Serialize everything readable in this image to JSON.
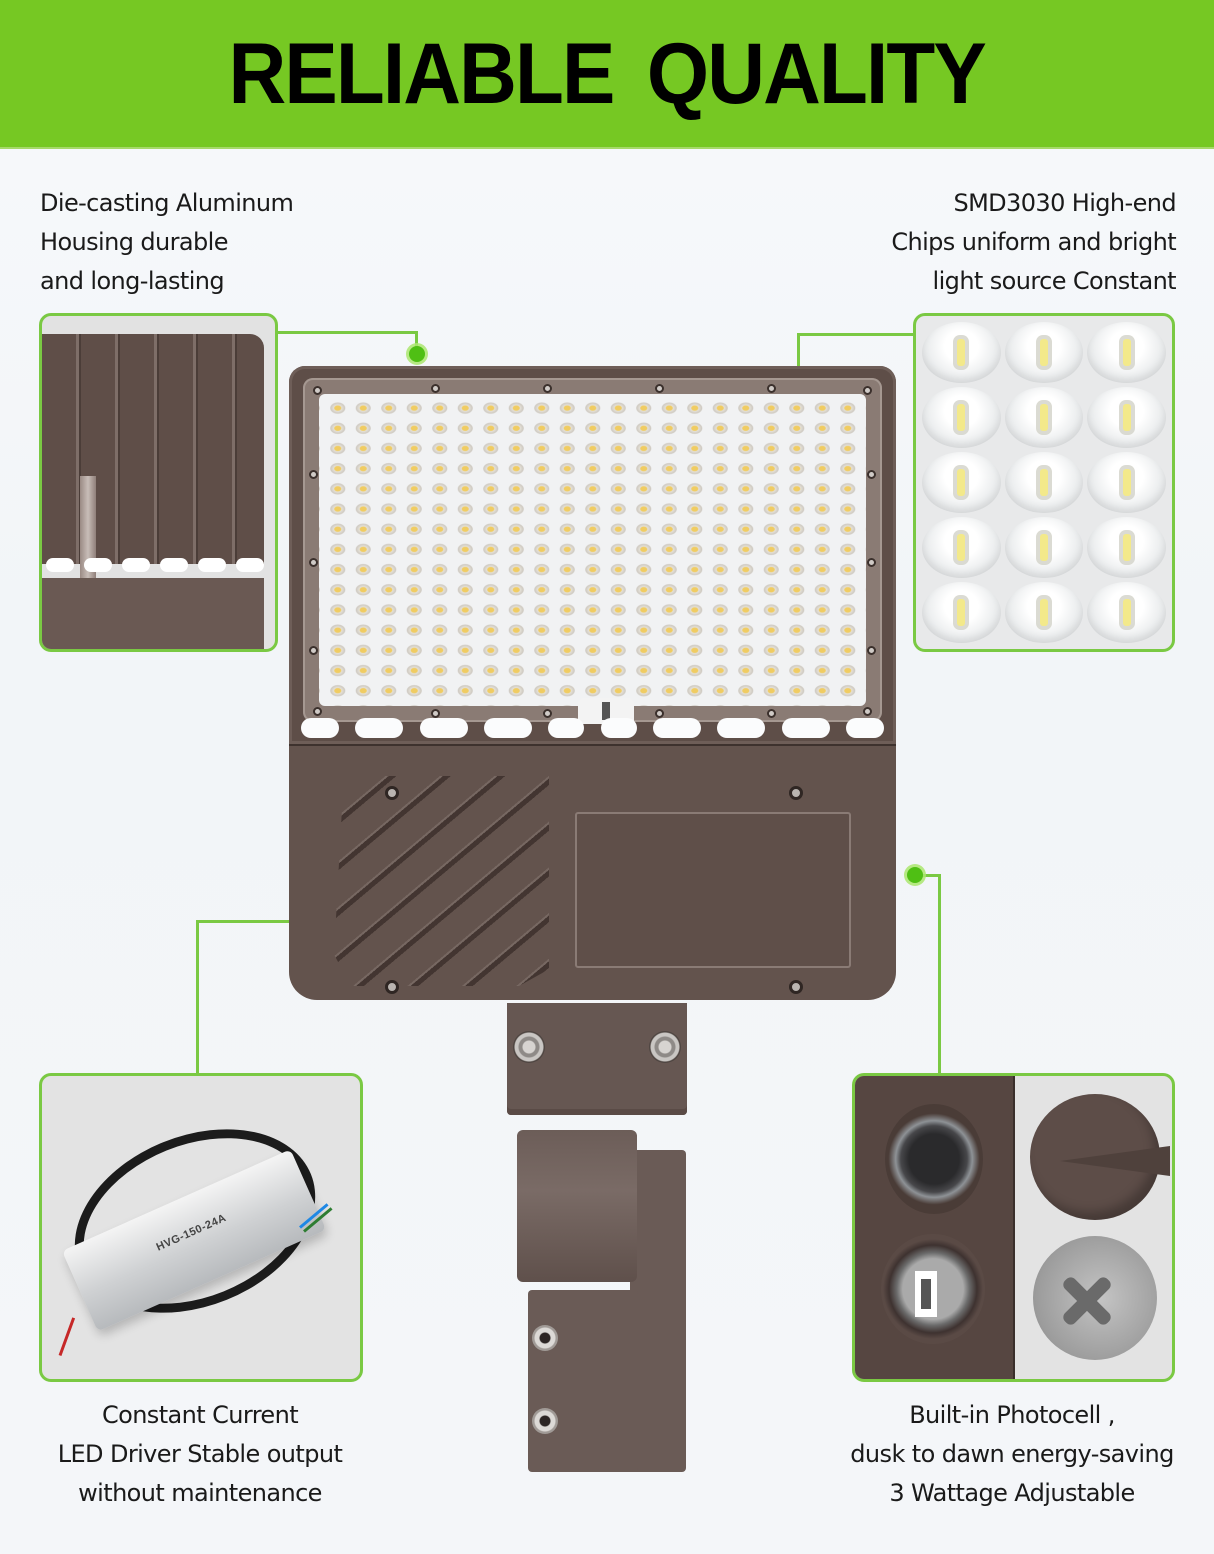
{
  "banner": {
    "title": "RELIABLE  QUALITY",
    "background_color": "#76c823",
    "text_color": "#000000"
  },
  "features": {
    "top_left": {
      "lines": [
        "Die-casting Aluminum",
        "Housing durable",
        "and long-lasting"
      ],
      "image": "heat-sink-fins"
    },
    "top_right": {
      "lines": [
        "SMD3030 High-end",
        "Chips uniform and bright",
        "light source Constant"
      ],
      "image": "smd-led-lens-closeup"
    },
    "bottom_left": {
      "lines": [
        "Constant Current",
        "LED Driver Stable output",
        "without maintenance"
      ],
      "image": "led-driver",
      "driver_model_label": "HVG-150-24A"
    },
    "bottom_right": {
      "lines": [
        "Built-in Photocell ,",
        "dusk to dawn energy-saving",
        "3 Wattage Adjustable"
      ],
      "image": "photocell-and-wattage-switch"
    }
  },
  "colors": {
    "accent_green": "#7ac943",
    "dot_green": "#4fbf14",
    "housing_bronze": "#5e4e48",
    "page_background": "#f4f6f9"
  },
  "product": {
    "name": "LED shoebox area light with slip fitter mount",
    "led_panel_columns": 3,
    "led_panel_rows": 5,
    "vent_slots": 10
  }
}
